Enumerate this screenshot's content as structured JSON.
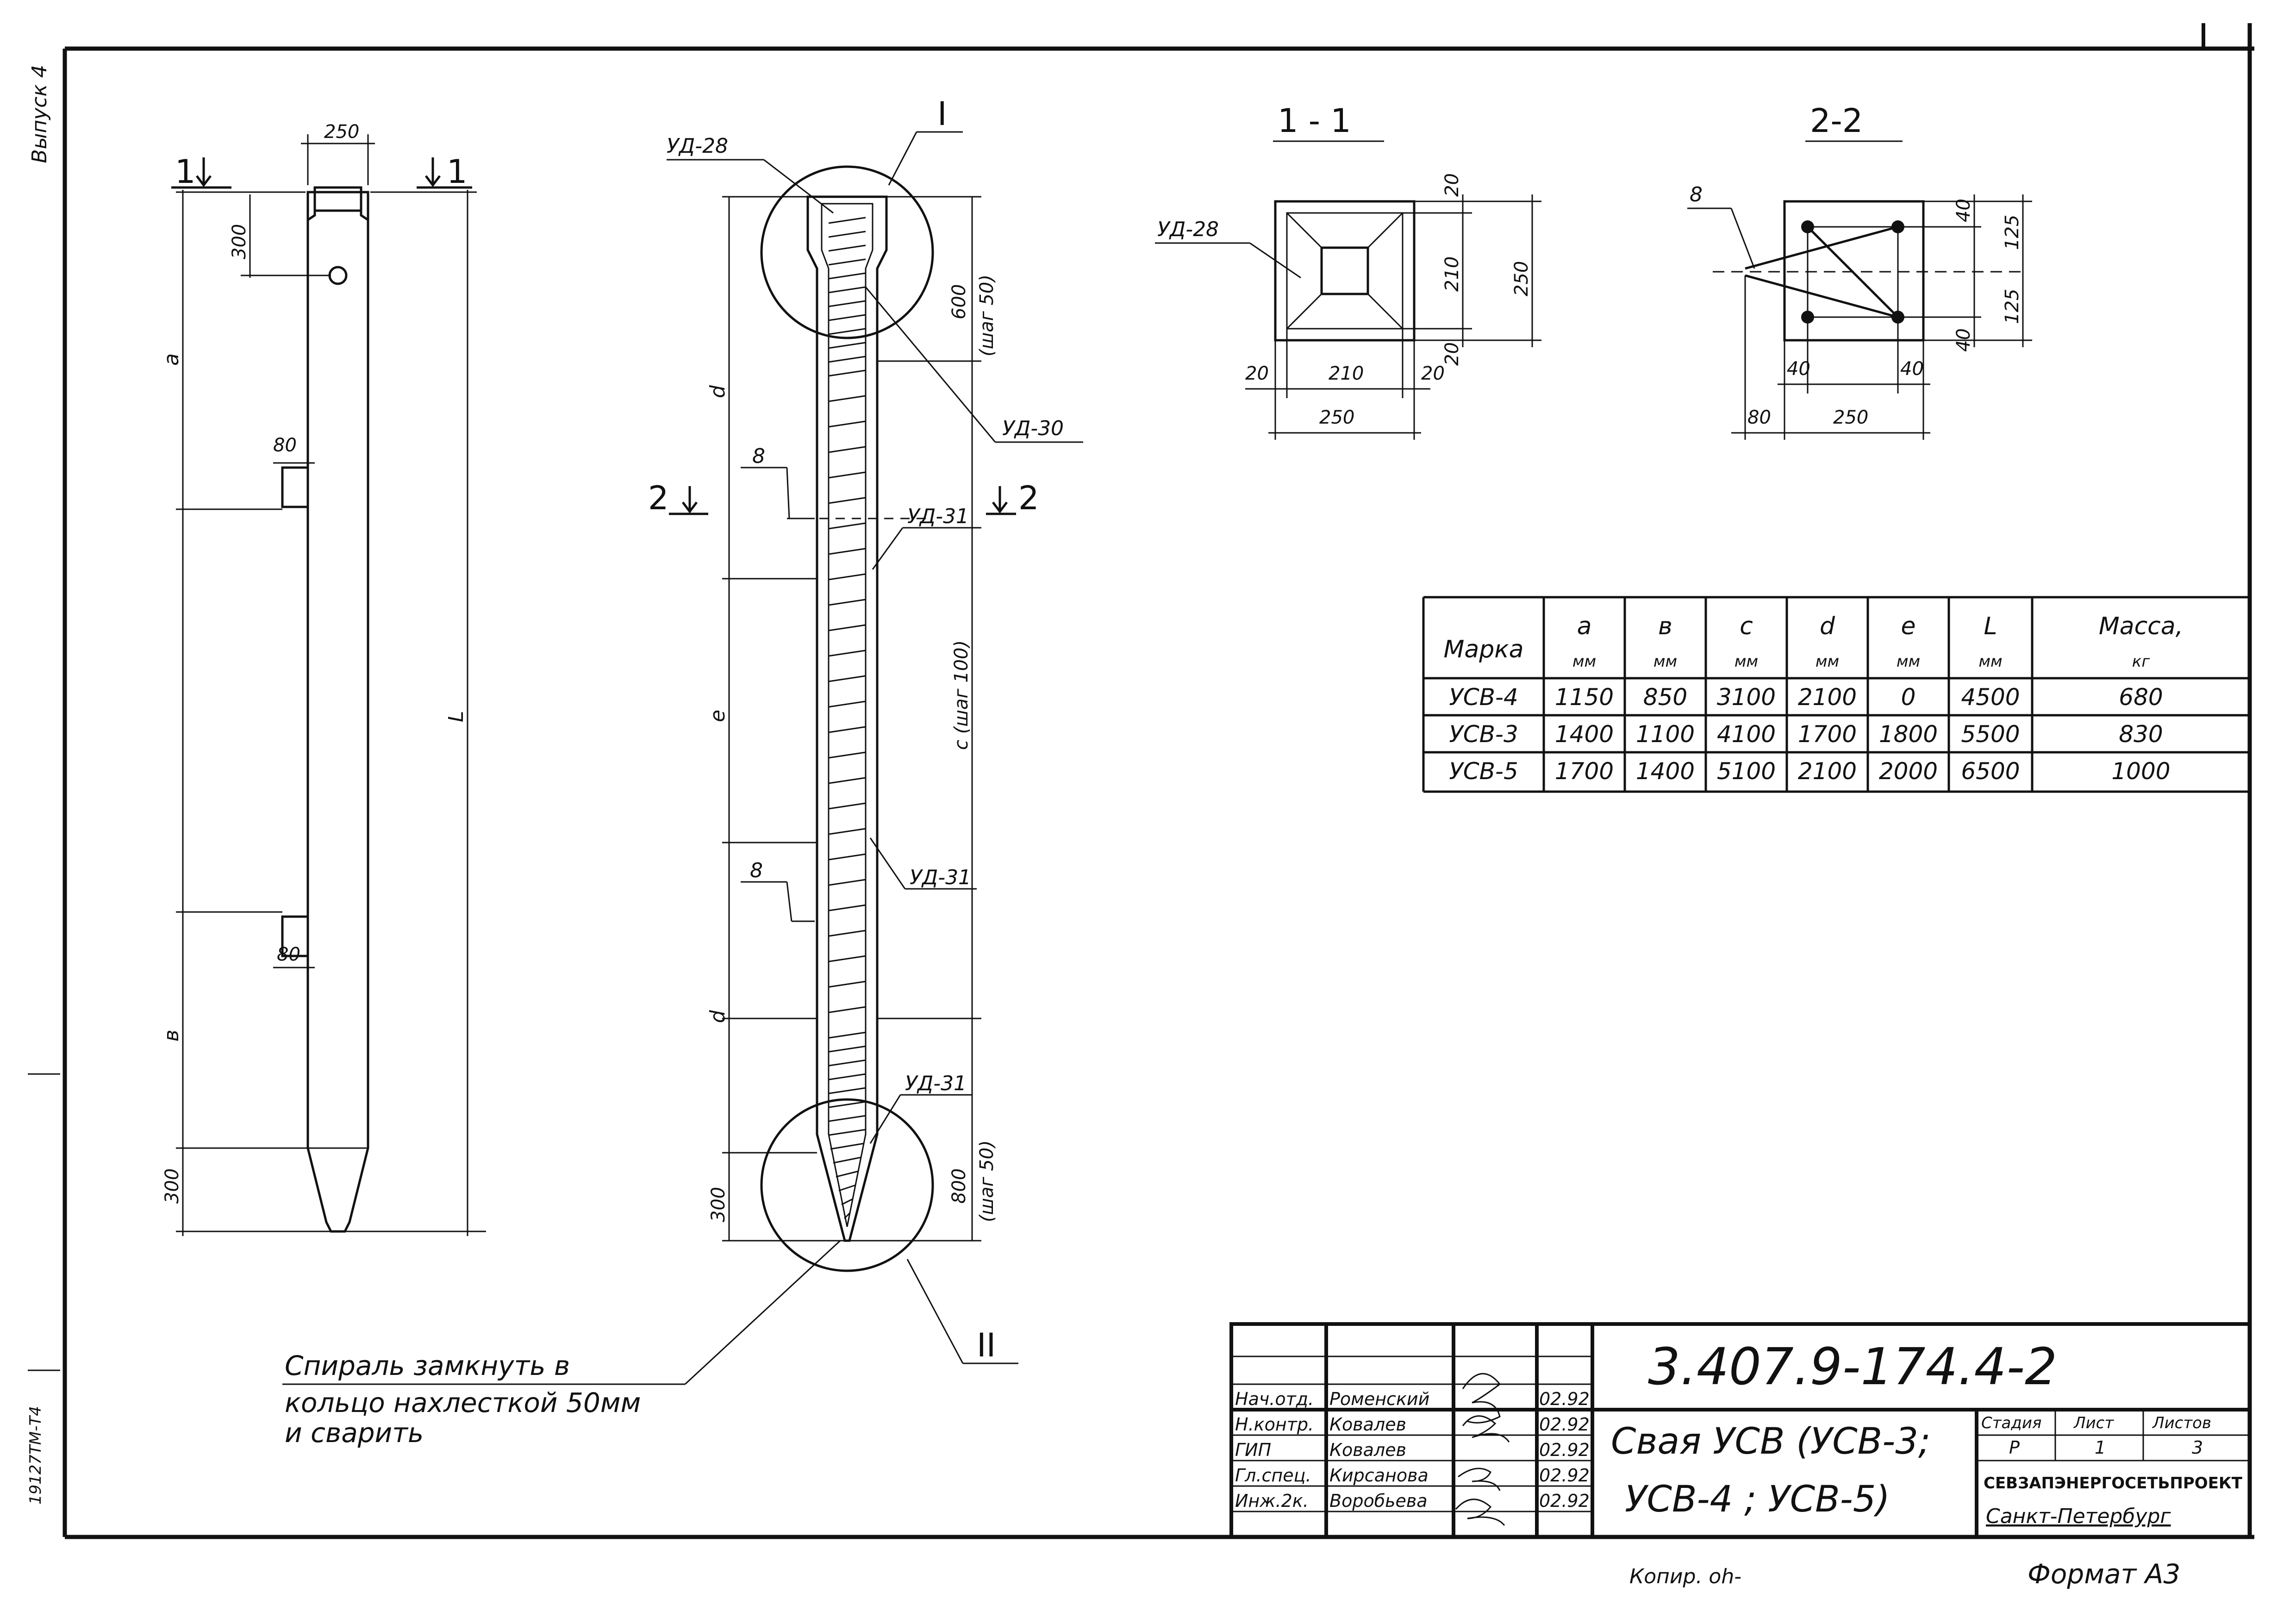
{
  "drawing": {
    "side_text_top": "Выпуск 4",
    "side_text_bottom": "19127ТМ-Т4",
    "dims_left": {
      "top_width": "250",
      "top_offset": "300",
      "a": "a",
      "L": "L",
      "upper_loop": "80",
      "lower_loop": "80",
      "b": "в",
      "tip": "300",
      "section_mark_1_left": "1",
      "section_mark_1_right": "1"
    },
    "dims_center": {
      "callout_top": "УД-28",
      "view_top": "I",
      "view_bottom": "II",
      "ud30": "УД-30",
      "ud31_a": "УД-31",
      "ud31_b": "УД-31",
      "ud31_c": "УД-31",
      "top_600": "600",
      "step_50_top": "(шаг 50)",
      "c_step": "c (шаг 100)",
      "bottom_800": "800",
      "step_50_bottom": "(шаг 50)",
      "d_top": "d",
      "e": "e",
      "d_bottom": "d",
      "tip_300": "300",
      "b_top": "8",
      "b_bottom": "8",
      "sec2_left": "2",
      "sec2_right": "2"
    },
    "section_1": {
      "title": "1 - 1",
      "callout": "УД-28",
      "d20_top": "20",
      "d210_v": "210",
      "d250_v": "250",
      "d20_bot": "20",
      "d20_left": "20",
      "d210_h": "210",
      "d20_right": "20",
      "d250_h": "250"
    },
    "section_2": {
      "title": "2-2",
      "callout": "8",
      "d40_top": "40",
      "d125_top": "125",
      "d125_bot": "125",
      "d40_bot": "40",
      "d40_left": "40",
      "d40_right": "40",
      "d80": "80",
      "d250": "250"
    },
    "note_lines": [
      "Спираль замкнуть в",
      "кольцо нахлесткой 50мм",
      "и сварить"
    ]
  },
  "table": {
    "headers": [
      {
        "label": "Марка",
        "unit": ""
      },
      {
        "label": "a",
        "unit": "мм"
      },
      {
        "label": "в",
        "unit": "мм"
      },
      {
        "label": "c",
        "unit": "мм"
      },
      {
        "label": "d",
        "unit": "мм"
      },
      {
        "label": "e",
        "unit": "мм"
      },
      {
        "label": "L",
        "unit": "мм"
      },
      {
        "label": "Масса,",
        "unit": "кг"
      }
    ],
    "rows": [
      [
        "УСВ-4",
        "1150",
        "850",
        "3100",
        "2100",
        "0",
        "4500",
        "680"
      ],
      [
        "УСВ-3",
        "1400",
        "1100",
        "4100",
        "1700",
        "1800",
        "5500",
        "830"
      ],
      [
        "УСВ-5",
        "1700",
        "1400",
        "5100",
        "2100",
        "2000",
        "6500",
        "1000"
      ]
    ]
  },
  "title_block": {
    "code": "3.407.9-174.4-2",
    "title_line1": "Свая УСВ (УСВ-3;",
    "title_line2": "УСВ-4 ; УСВ-5)",
    "stage_label": "Стадия",
    "sheet_label": "Лист",
    "sheets_label": "Листов",
    "stage": "Р",
    "sheet": "1",
    "sheets": "3",
    "org": "СЕВЗАПЭНЕРГОСЕТЬПРОЕКТ",
    "city": "Санкт-Петербург",
    "signatures": [
      {
        "role": "Нач.отд.",
        "name": "Роменский",
        "date": "02.92"
      },
      {
        "role": "Н.контр.",
        "name": "Ковалев",
        "date": "02.92"
      },
      {
        "role": "ГИП",
        "name": "Ковалев",
        "date": "02.92"
      },
      {
        "role": "Гл.спец.",
        "name": "Кирсанова",
        "date": "02.92"
      },
      {
        "role": "Инж.2к.",
        "name": "Воробьева",
        "date": "02.92"
      }
    ],
    "copied": "Копир. oh-",
    "format": "Формат А3"
  }
}
